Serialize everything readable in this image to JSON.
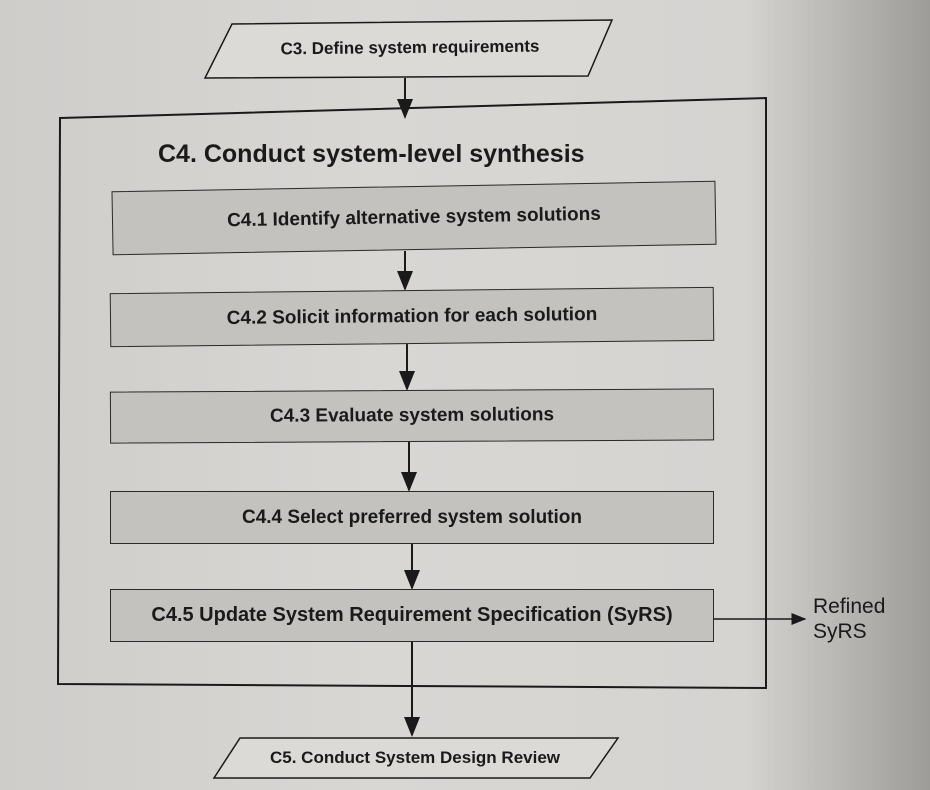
{
  "input_step": "C3. Define system requirements",
  "process": {
    "title": "C4. Conduct system-level synthesis",
    "steps": [
      "C4.1 Identify alternative system solutions",
      "C4.2 Solicit information for each solution",
      "C4.3 Evaluate system solutions",
      "C4.4 Select preferred system solution",
      "C4.5 Update System Requirement Specification (SyRS)"
    ]
  },
  "output": {
    "line1": "Refined",
    "line2": "SyRS"
  },
  "next_step": "C5. Conduct System Design Review"
}
